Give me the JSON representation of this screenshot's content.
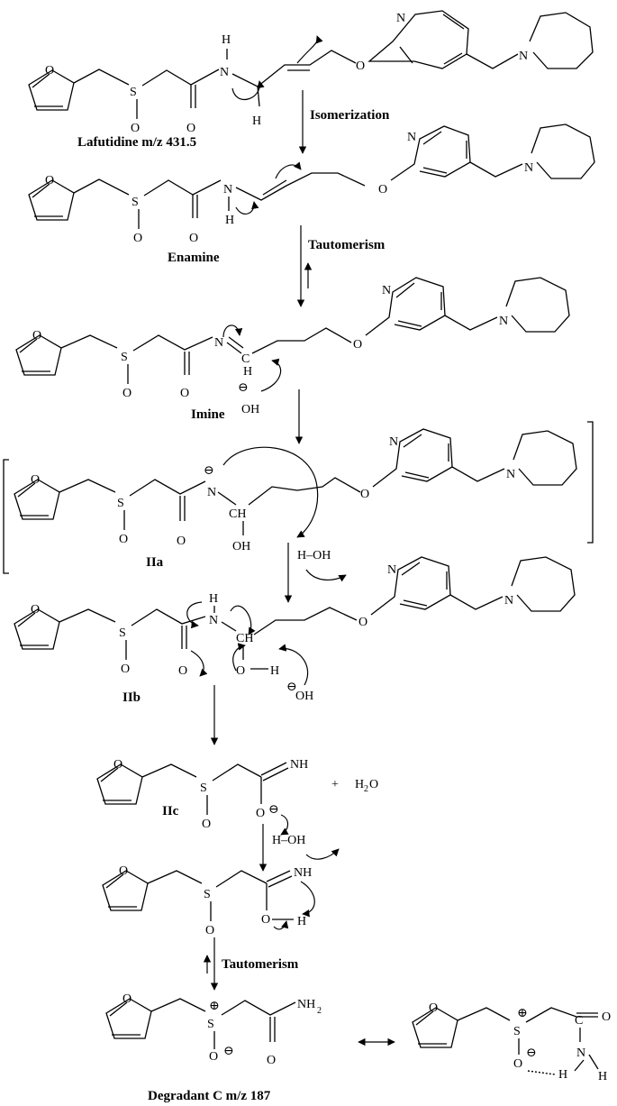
{
  "labels": {
    "lafutidine": "Lafutidine m/z 431.5",
    "enamine": "Enamine",
    "imine": "Imine",
    "iia": "IIa",
    "iib": "IIb",
    "iic": "IIc",
    "degradant": "Degradant C m/z 187"
  },
  "steps": {
    "isomerization": "Isomerization",
    "tautomerism_1": "Tautomerism",
    "tautomerism_2": "Tautomerism"
  },
  "atoms": {
    "O": "O",
    "N": "N",
    "S": "S",
    "H": "H",
    "C": "C",
    "CH": "CH",
    "NH": "NH",
    "OH": "OH",
    "NH2_base": "NH",
    "NH2_sub": "2",
    "H2O_base": "H",
    "H2O_sub": "2",
    "H2O_tail": "O",
    "plus": "+",
    "minus": "⊖",
    "positive": "⊕",
    "H_OH": "H–OH"
  }
}
